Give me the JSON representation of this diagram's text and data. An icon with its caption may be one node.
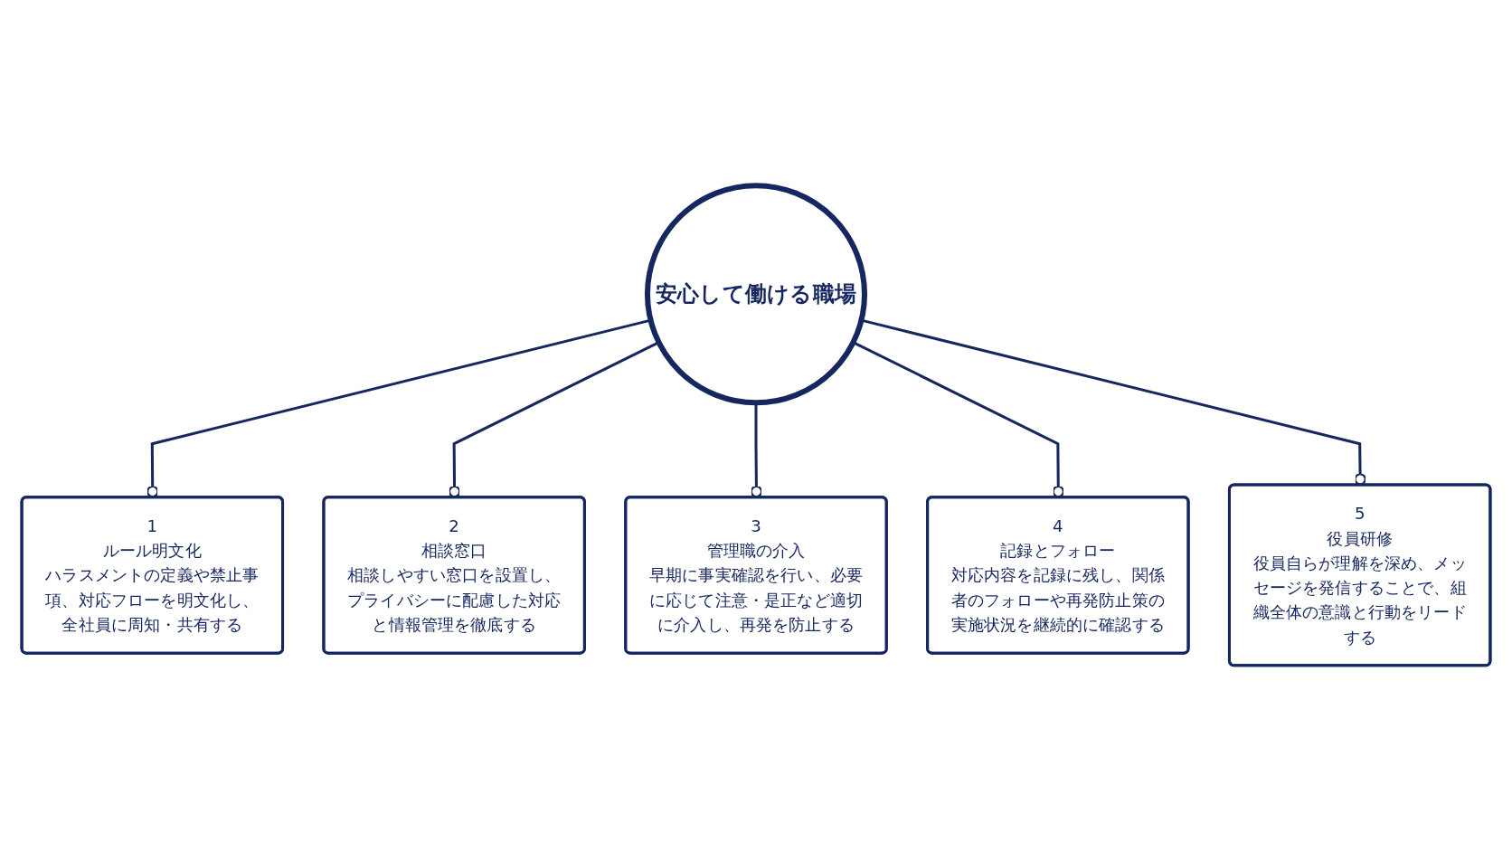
{
  "diagram": {
    "nodes": [
      {
        "text": [
          "安心して働ける職場"
        ]
      },
      {
        "text": [
          "1",
          "ルール明文化",
          "ハラスメントの定義や禁止事項、対応フローを明文化し、全社員に周知・共有する"
        ]
      },
      {
        "text": [
          "2",
          "相談窓口",
          "相談しやすい窓口を設置し、プライバシーに配慮した対応と情報管理を徹底する"
        ]
      },
      {
        "text": [
          "3",
          "管理職の介入",
          "早期に事実確認を行い、必要に応じて注意・是正など適切に介入し、再発を防止する"
        ]
      },
      {
        "text": [
          "4",
          "記録とフォロー",
          "対応内容を記録に残し、関係者のフォローや再発防止策の実施状況を継続的に確認する"
        ]
      },
      {
        "text": [
          "5",
          "役員研修",
          "役員自らが理解を深め、メッセージを発信することで、組織全体の意識と行動をリードする"
        ]
      }
    ],
    "edges": [
      {
        "from": 0,
        "to": 1,
        "arrow": "other"
      },
      {
        "from": 0,
        "to": 2,
        "arrow": "other"
      },
      {
        "from": 0,
        "to": 3,
        "arrow": "other"
      },
      {
        "from": 0,
        "to": 4,
        "arrow": "other"
      },
      {
        "from": 0,
        "to": 5,
        "arrow": "other"
      }
    ]
  }
}
